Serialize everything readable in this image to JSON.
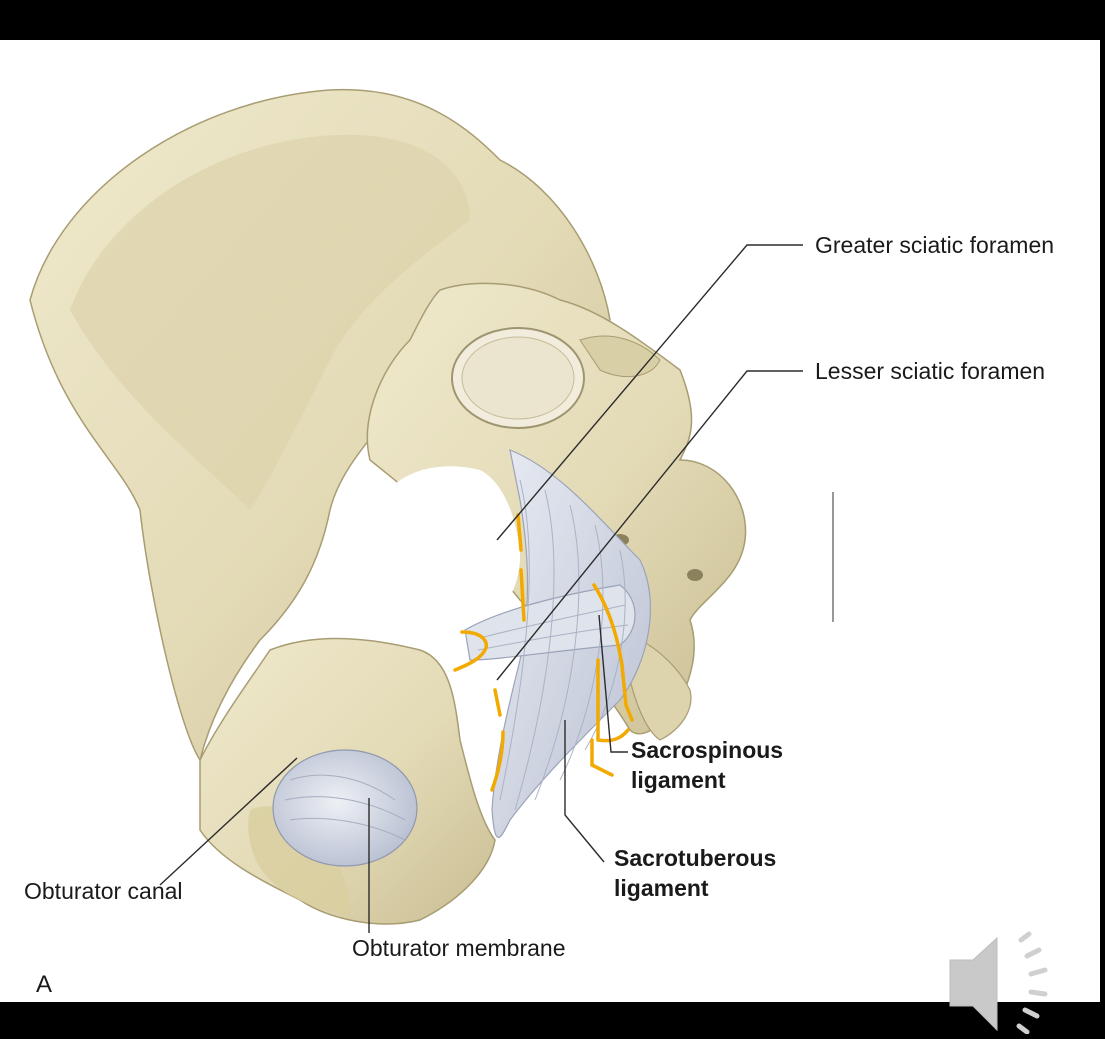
{
  "figure": {
    "panel_letter": "A",
    "labels": {
      "greater_sciatic_foramen": "Greater sciatic foramen",
      "lesser_sciatic_foramen": "Lesser sciatic foramen",
      "sacrospinous_line1": "Sacrospinous",
      "sacrospinous_line2": "ligament",
      "sacrotuberous_line1": "Sacrotuberous",
      "sacrotuberous_line2": "ligament",
      "obturator_canal": "Obturator canal",
      "obturator_membrane": "Obturator membrane"
    },
    "colors": {
      "bone": "#e6dfbf",
      "bone_shadow": "#b9ad83",
      "ligament": "#d8dde8",
      "annotation": "#f2a900",
      "leader_line": "#2b2b2b"
    }
  },
  "controls": {
    "audio_icon": "speaker-icon"
  }
}
